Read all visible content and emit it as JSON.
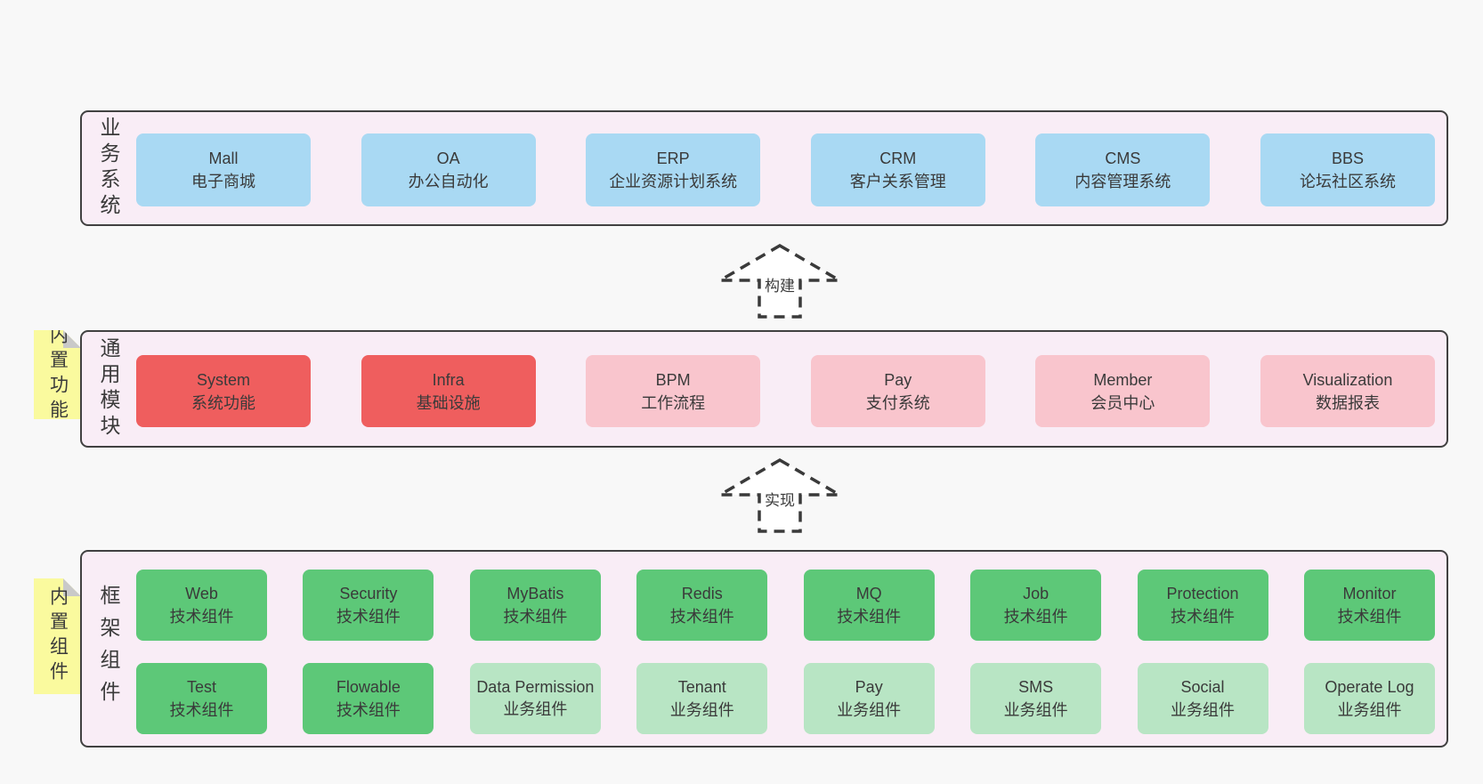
{
  "palette": {
    "page_bg": "#f8f8f8",
    "container_bg": "#f9edf6",
    "container_border": "#414141",
    "blue": "#a9d9f3",
    "red": "#ef5e5e",
    "pink": "#f9c5cd",
    "green": "#5dc878",
    "light_green": "#b8e5c4",
    "note_yellow": "#fafa9e",
    "note_fold_gray": "#c9c9c9",
    "text": "#3a3a3a"
  },
  "layers": [
    {
      "label": "业务系统",
      "rows": [
        {
          "items": [
            {
              "en": "Mall",
              "zh": "电子商城",
              "color": "blue"
            },
            {
              "en": "OA",
              "zh": "办公自动化",
              "color": "blue"
            },
            {
              "en": "ERP",
              "zh": "企业资源计划系统",
              "color": "blue"
            },
            {
              "en": "CRM",
              "zh": "客户关系管理",
              "color": "blue"
            },
            {
              "en": "CMS",
              "zh": "内容管理系统",
              "color": "blue"
            },
            {
              "en": "BBS",
              "zh": "论坛社区系统",
              "color": "blue"
            }
          ]
        }
      ]
    },
    {
      "label": "通用模块",
      "note": "内置功能",
      "rows": [
        {
          "items": [
            {
              "en": "System",
              "zh": "系统功能",
              "color": "red"
            },
            {
              "en": "Infra",
              "zh": "基础设施",
              "color": "red"
            },
            {
              "en": "BPM",
              "zh": "工作流程",
              "color": "pink"
            },
            {
              "en": "Pay",
              "zh": "支付系统",
              "color": "pink"
            },
            {
              "en": "Member",
              "zh": "会员中心",
              "color": "pink"
            },
            {
              "en": "Visualization",
              "zh": "数据报表",
              "color": "pink"
            }
          ]
        }
      ]
    },
    {
      "label": "框架组件",
      "note": "内置组件",
      "rows": [
        {
          "items": [
            {
              "en": "Web",
              "zh": "技术组件",
              "color": "green"
            },
            {
              "en": "Security",
              "zh": "技术组件",
              "color": "green"
            },
            {
              "en": "MyBatis",
              "zh": "技术组件",
              "color": "green"
            },
            {
              "en": "Redis",
              "zh": "技术组件",
              "color": "green"
            },
            {
              "en": "MQ",
              "zh": "技术组件",
              "color": "green"
            },
            {
              "en": "Job",
              "zh": "技术组件",
              "color": "green"
            },
            {
              "en": "Protection",
              "zh": "技术组件",
              "color": "green"
            },
            {
              "en": "Monitor",
              "zh": "技术组件",
              "color": "green"
            }
          ]
        },
        {
          "items": [
            {
              "en": "Test",
              "zh": "技术组件",
              "color": "green"
            },
            {
              "en": "Flowable",
              "zh": "技术组件",
              "color": "green"
            },
            {
              "en": "Data Permission",
              "zh": "业务组件",
              "color": "light_green"
            },
            {
              "en": "Tenant",
              "zh": "业务组件",
              "color": "light_green"
            },
            {
              "en": "Pay",
              "zh": "业务组件",
              "color": "light_green"
            },
            {
              "en": "SMS",
              "zh": "业务组件",
              "color": "light_green"
            },
            {
              "en": "Social",
              "zh": "业务组件",
              "color": "light_green"
            },
            {
              "en": "Operate Log",
              "zh": "业务组件",
              "color": "light_green"
            }
          ]
        }
      ]
    }
  ],
  "arrows": [
    {
      "label": "构建"
    },
    {
      "label": "实现"
    }
  ]
}
